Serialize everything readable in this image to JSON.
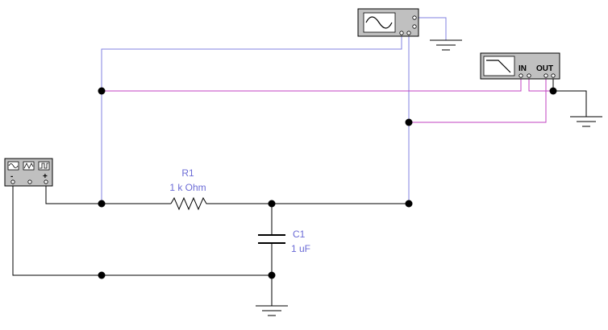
{
  "colors": {
    "wire_black": "#000000",
    "wire_blue": "#8080e0",
    "wire_magenta": "#c040c0",
    "label": "#6b6bd6",
    "instrument_body": "#c0c0c0"
  },
  "components": {
    "r1": {
      "ref": "R1",
      "value": "1 k Ohm"
    },
    "c1": {
      "ref": "C1",
      "value": "1 uF"
    }
  },
  "instruments": {
    "function_generator": {
      "icon": "function-generator-icon",
      "minus_label": "-",
      "plus_label": "+"
    },
    "oscilloscope": {
      "icon": "oscilloscope-icon"
    },
    "bode_plotter": {
      "icon": "bode-plotter-icon",
      "in_label": "IN",
      "out_label": "OUT"
    }
  },
  "grounds": [
    "ground-oscilloscope",
    "ground-bode",
    "ground-main"
  ]
}
